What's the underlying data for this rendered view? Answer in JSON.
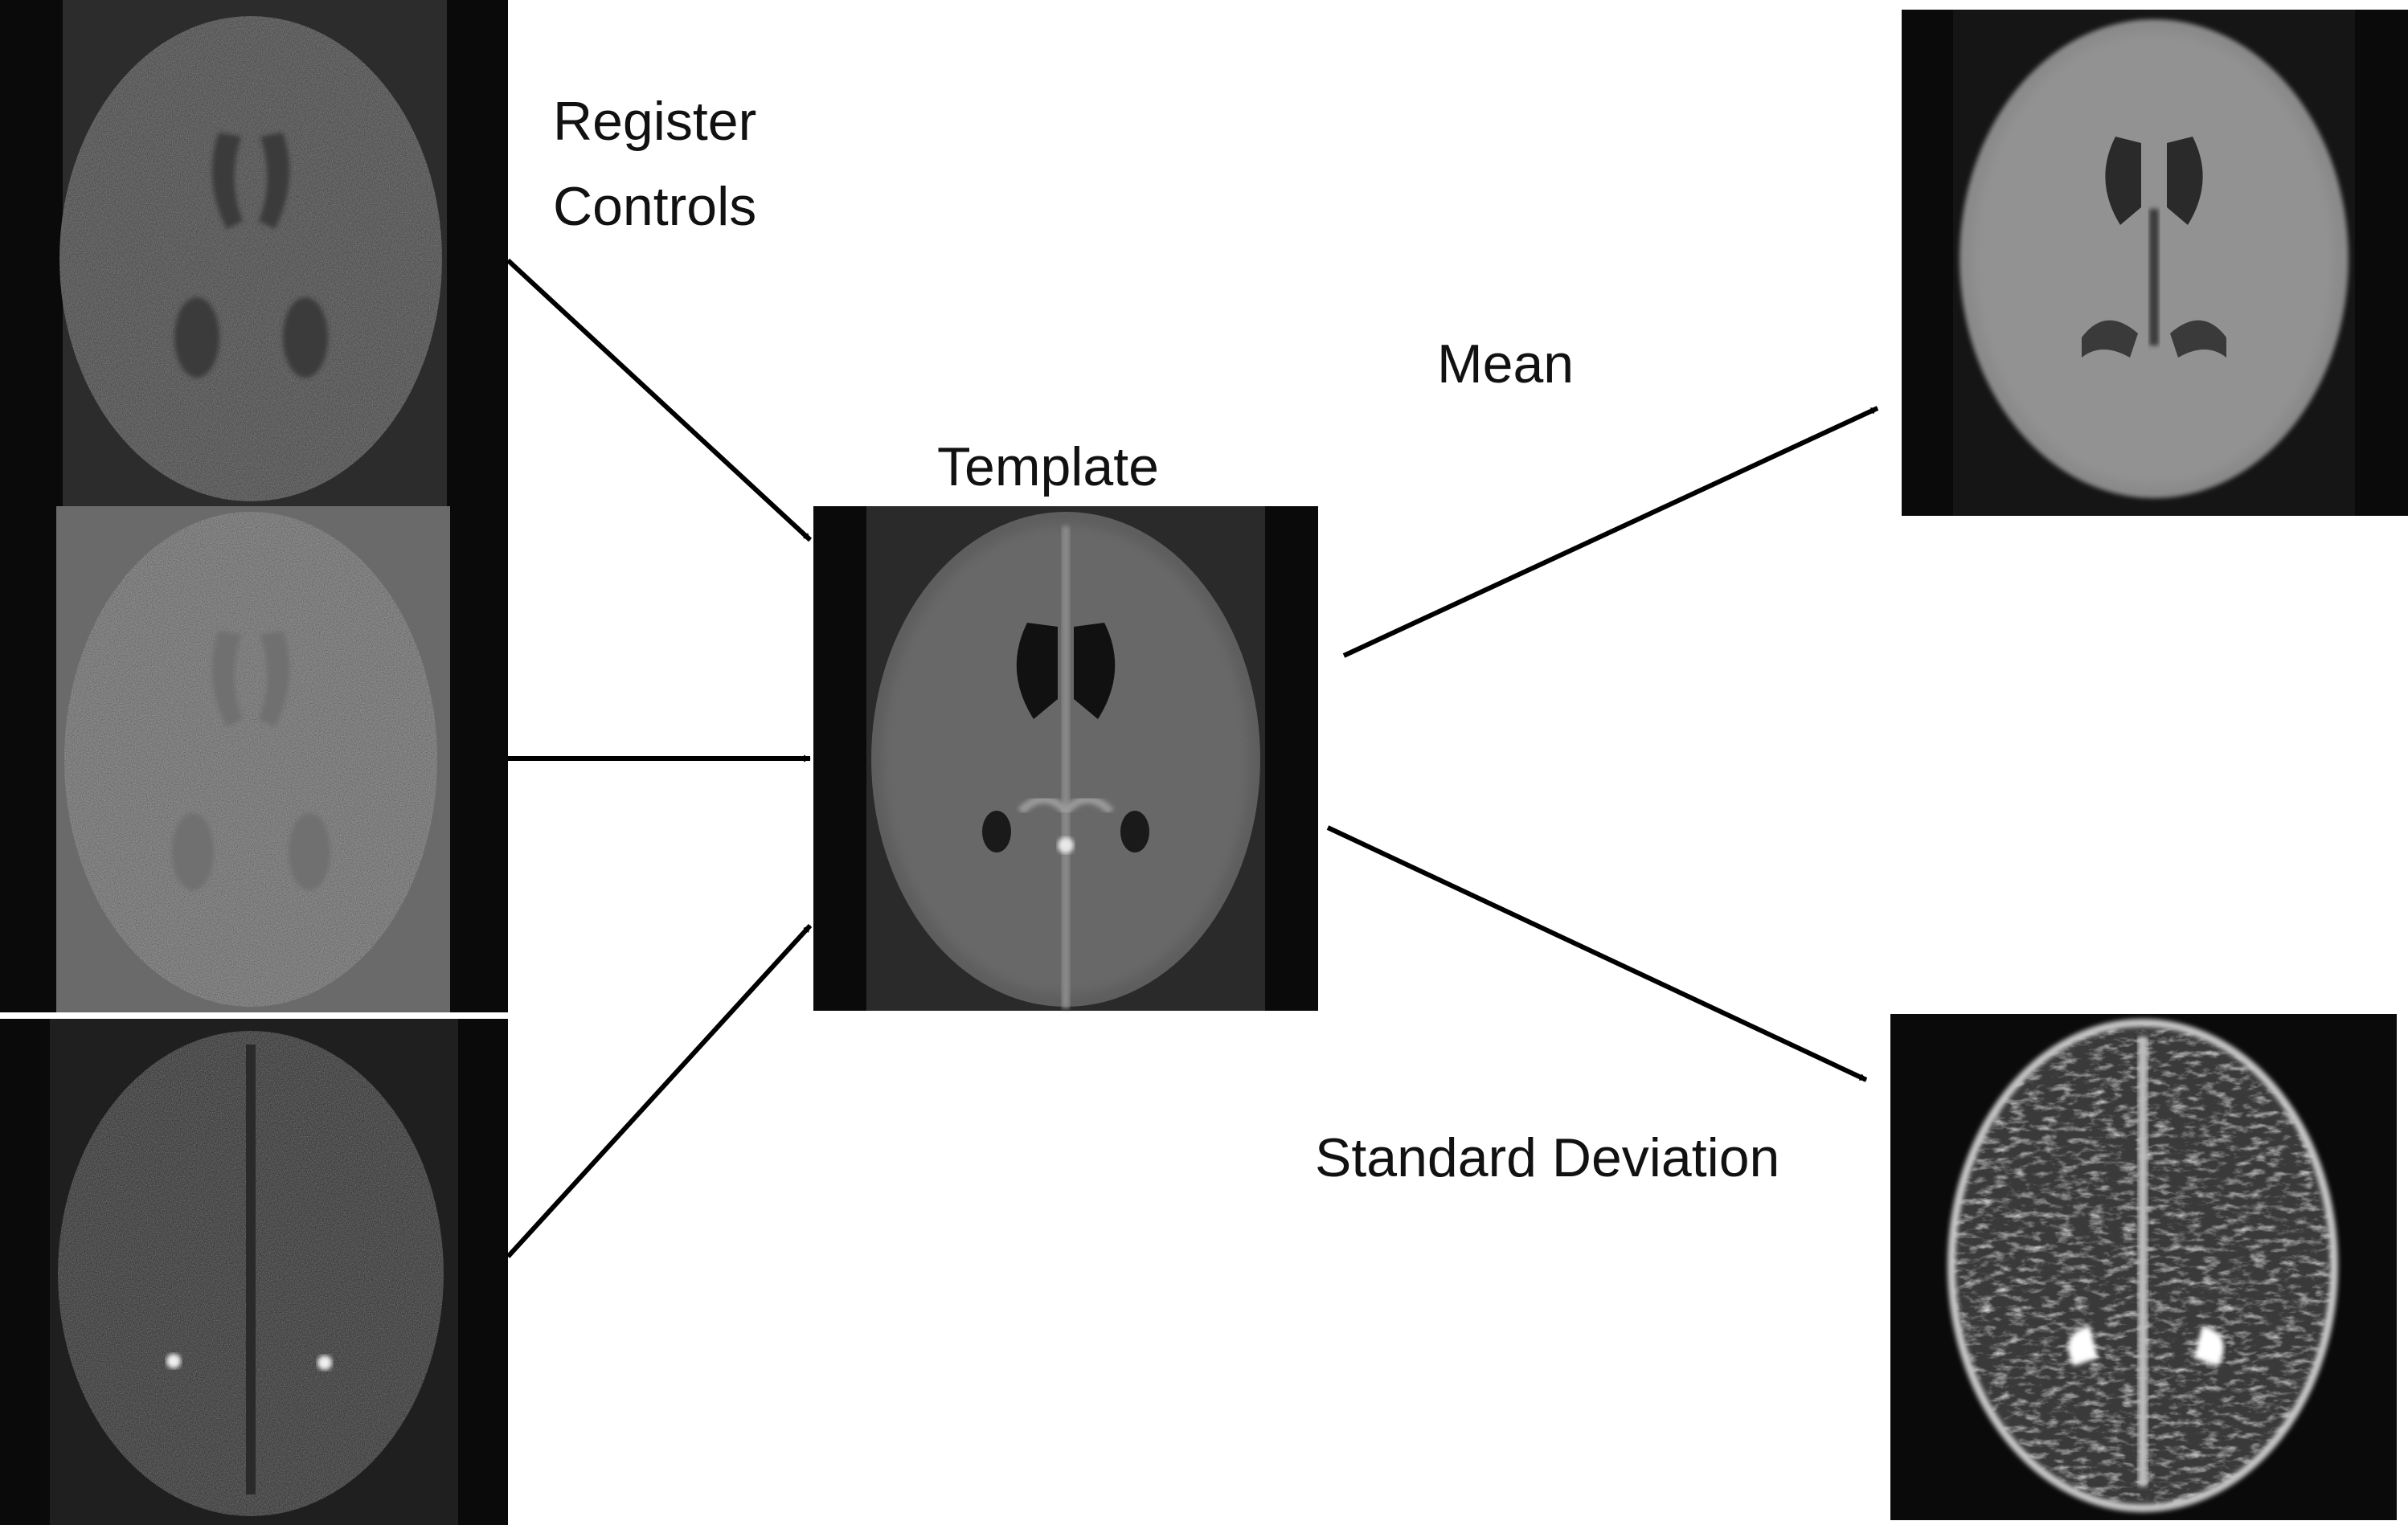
{
  "labels": {
    "register_line1": "Register",
    "register_line2": "Controls",
    "template": "Template",
    "mean": "Mean",
    "standard_deviation": "Standard Deviation"
  },
  "colors": {
    "background": "#ffffff",
    "arrow": "#000000",
    "label_text": "#111111",
    "scan_frame": "#0a0a0a"
  },
  "images": [
    {
      "name": "control-scan-1",
      "kind": "axial brain MRI slice, dim gray noisy control"
    },
    {
      "name": "control-scan-2",
      "kind": "axial brain MRI slice, light gray noisy control"
    },
    {
      "name": "control-scan-3",
      "kind": "axial brain MRI slice, dark noisy control"
    },
    {
      "name": "template-scan",
      "kind": "smooth averaged brain template"
    },
    {
      "name": "mean-scan",
      "kind": "mean brain image"
    },
    {
      "name": "std-scan",
      "kind": "standard deviation brain image"
    }
  ]
}
